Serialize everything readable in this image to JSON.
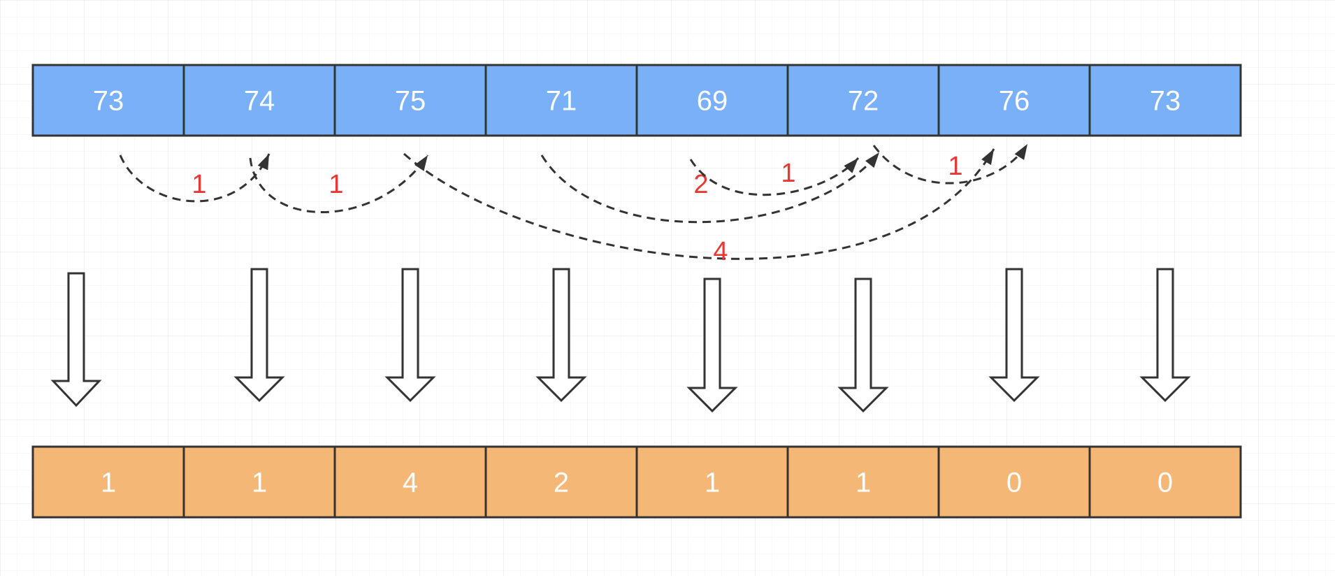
{
  "colors": {
    "temperature_cell": "#7ab0f8",
    "result_cell": "#f5b775",
    "border": "#333333",
    "label": "#e53935",
    "grid": "#ececec"
  },
  "temperatures": [
    "73",
    "74",
    "75",
    "71",
    "69",
    "72",
    "76",
    "73"
  ],
  "results": [
    "1",
    "1",
    "4",
    "2",
    "1",
    "1",
    "0",
    "0"
  ],
  "jumps": [
    {
      "from": 0,
      "to": 1,
      "label": "1"
    },
    {
      "from": 1,
      "to": 2,
      "label": "1"
    },
    {
      "from": 2,
      "to": 6,
      "label": "4"
    },
    {
      "from": 3,
      "to": 5,
      "label": "2"
    },
    {
      "from": 4,
      "to": 5,
      "label": "1"
    },
    {
      "from": 5,
      "to": 6,
      "label": "1"
    }
  ]
}
